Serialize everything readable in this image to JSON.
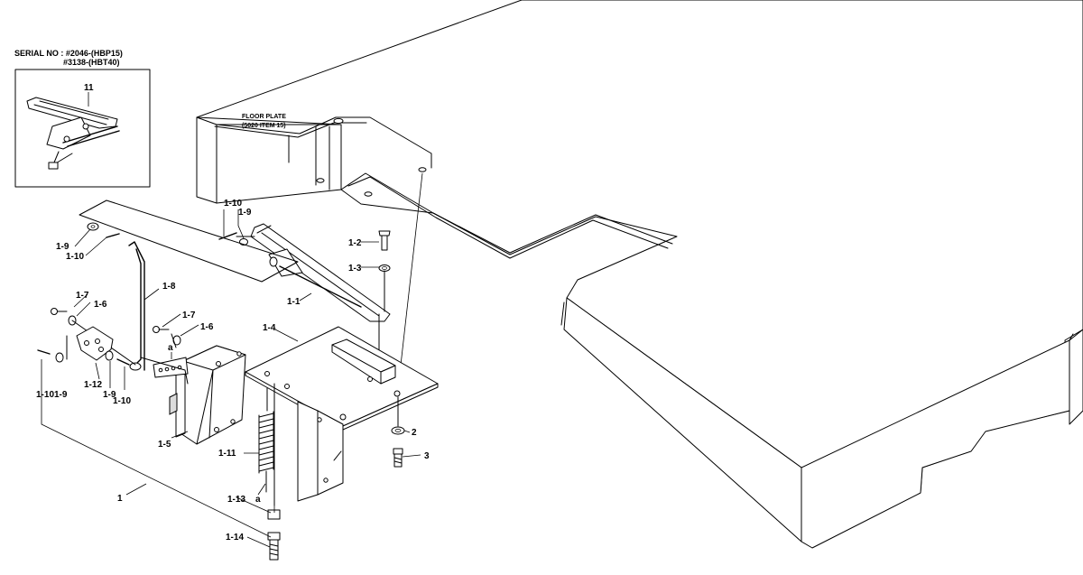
{
  "serial": {
    "line1": "SERIAL NO : #2046-(HBP15)",
    "line2": "#3138-(HBT40)"
  },
  "floor_plate": {
    "line1": "FLOOR PLATE",
    "line2": "(5020 ITEM 15)"
  },
  "labels": {
    "l11": "11",
    "l1_10a": "1-10",
    "l1_9a": "1-9",
    "l1_9b": "1-9",
    "l1_10b": "1-10",
    "l1_2": "1-2",
    "l1_3": "1-3",
    "l1_1": "1-1",
    "l1_8": "1-8",
    "l1_7a": "1-7",
    "l1_6a": "1-6",
    "l1_7b": "1-7",
    "l1_6b": "1-6",
    "la_top": "a",
    "l1_4": "1-4",
    "l1_12": "1-12",
    "l1_9c": "1-9",
    "l1_10c": "1-10",
    "l1_10d": "1-10",
    "l1_9d": "1-9",
    "l1_5": "1-5",
    "l1_11": "1-11",
    "la_bot": "a",
    "l2": "2",
    "l3": "3",
    "l1": "1",
    "l1_13": "1-13",
    "l1_14": "1-14"
  }
}
